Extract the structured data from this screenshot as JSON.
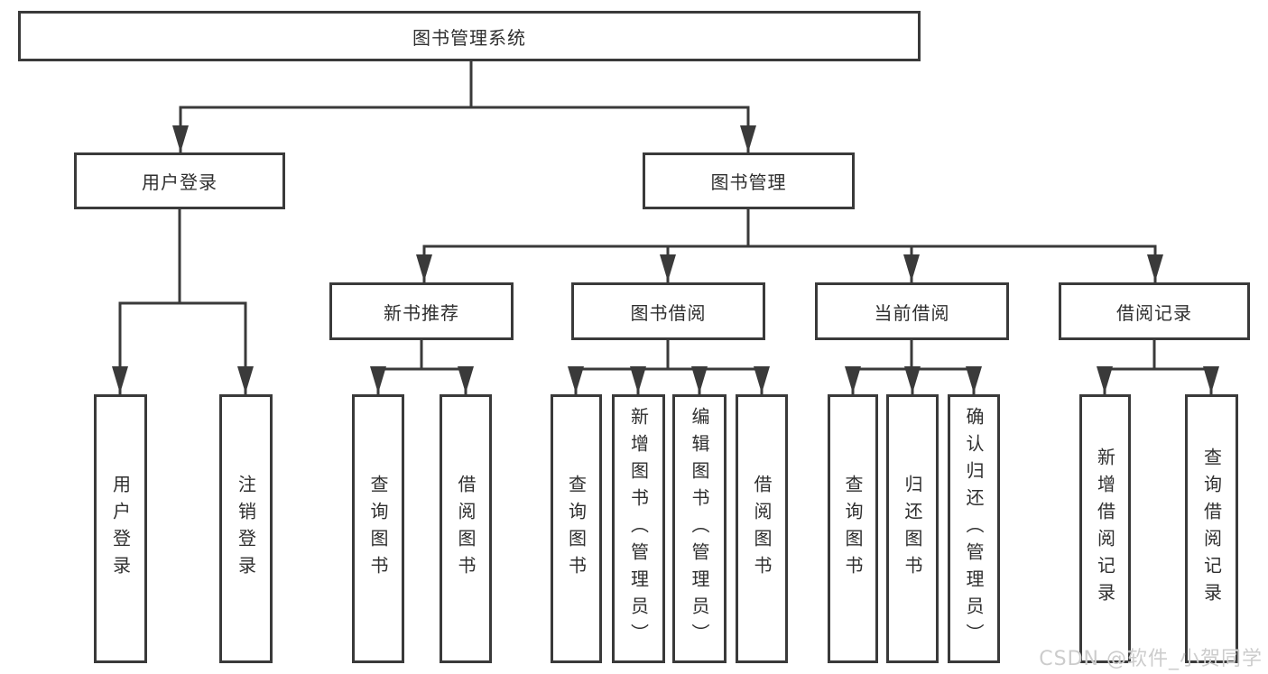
{
  "diagram": {
    "root": {
      "label": "图书管理系统"
    },
    "level2": {
      "user_login": {
        "label": "用户登录"
      },
      "book_mgmt": {
        "label": "图书管理"
      }
    },
    "level3": {
      "new_book_rec": {
        "label": "新书推荐"
      },
      "book_borrow": {
        "label": "图书借阅"
      },
      "current_borrow": {
        "label": "当前借阅"
      },
      "borrow_records": {
        "label": "借阅记录"
      }
    },
    "leaves": {
      "user_login": {
        "label": "用户登录"
      },
      "logout": {
        "label": "注销登录"
      },
      "query_books_rec": {
        "label": "查询图书"
      },
      "borrow_books_rec": {
        "label": "借阅图书"
      },
      "query_books_borrow": {
        "label": "查询图书"
      },
      "add_books_admin": {
        "label": "新增图书（管理员）"
      },
      "edit_books_admin": {
        "label": "编辑图书（管理员）"
      },
      "borrow_books_borrow": {
        "label": "借阅图书"
      },
      "query_books_current": {
        "label": "查询图书"
      },
      "return_books": {
        "label": "归还图书"
      },
      "confirm_return_admin": {
        "label": "确认归还（管理员）"
      },
      "add_borrow_record": {
        "label": "新增借阅记录"
      },
      "query_borrow_record": {
        "label": "查询借阅记录"
      }
    }
  },
  "watermark": {
    "text": "CSDN @软件_小贺同学"
  },
  "colors": {
    "line": "#3a3a3a",
    "text": "#2f2f2f",
    "watermark": "#cccccc",
    "background": "#ffffff"
  }
}
